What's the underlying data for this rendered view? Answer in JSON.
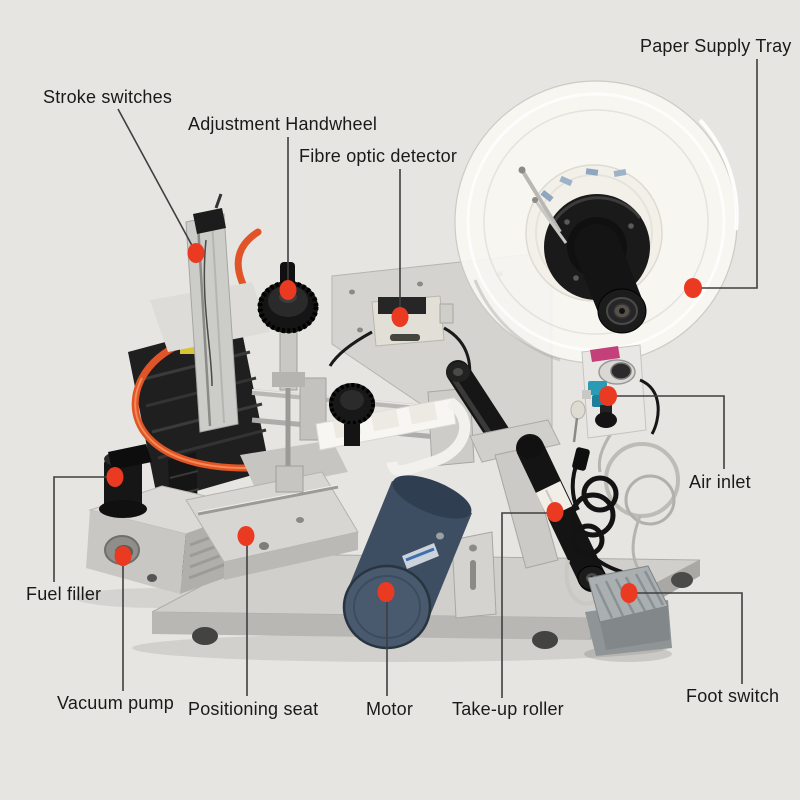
{
  "diagram": {
    "palette": {
      "background": "#e6e5e1",
      "marker": "#ea3a22",
      "leader": "#3f3f3f",
      "label_text": "#1a1a1a"
    },
    "labels": {
      "stroke_switches": "Stroke switches",
      "adjustment_handwheel": "Adjustment Handwheel",
      "fibre_optic_detector": "Fibre optic detector",
      "paper_supply_tray": "Paper Supply Tray",
      "air_inlet": "Air inlet",
      "fuel_filler": "Fuel filler",
      "vacuum_pump": "Vacuum pump",
      "positioning_seat": "Positioning seat",
      "motor": "Motor",
      "take_up_roller": "Take-up roller",
      "foot_switch": "Foot switch"
    }
  }
}
